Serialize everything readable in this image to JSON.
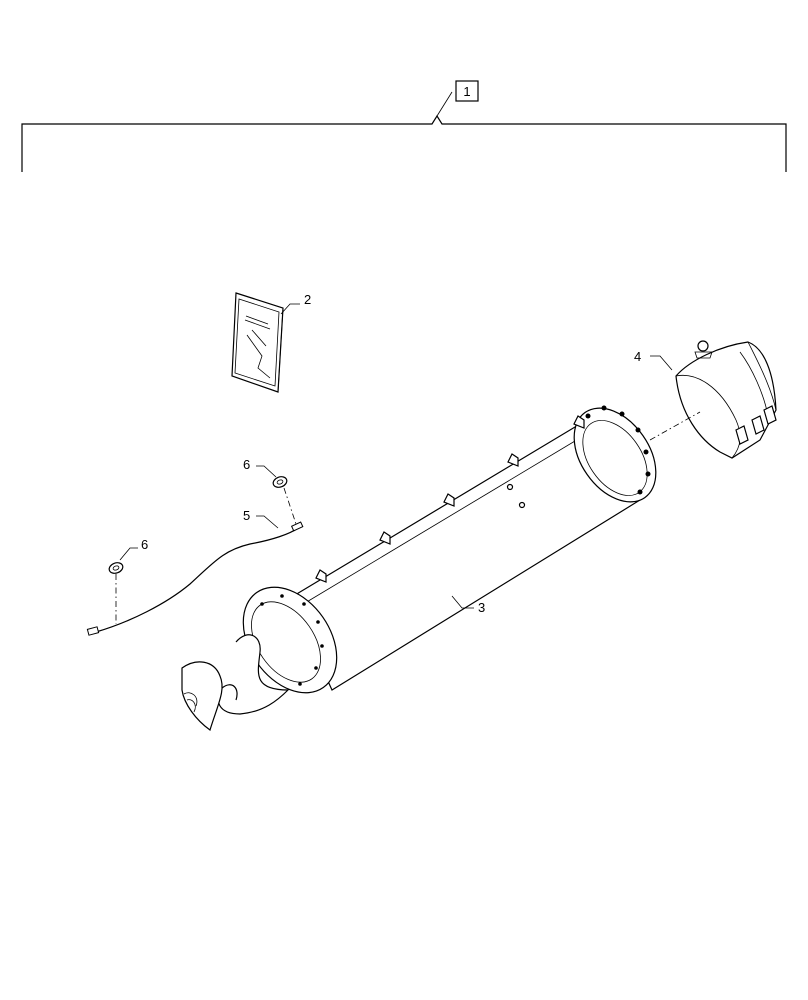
{
  "callouts": {
    "c1": "1",
    "c2": "2",
    "c3": "3",
    "c4": "4",
    "c5": "5",
    "c6a": "6",
    "c6b": "6"
  }
}
